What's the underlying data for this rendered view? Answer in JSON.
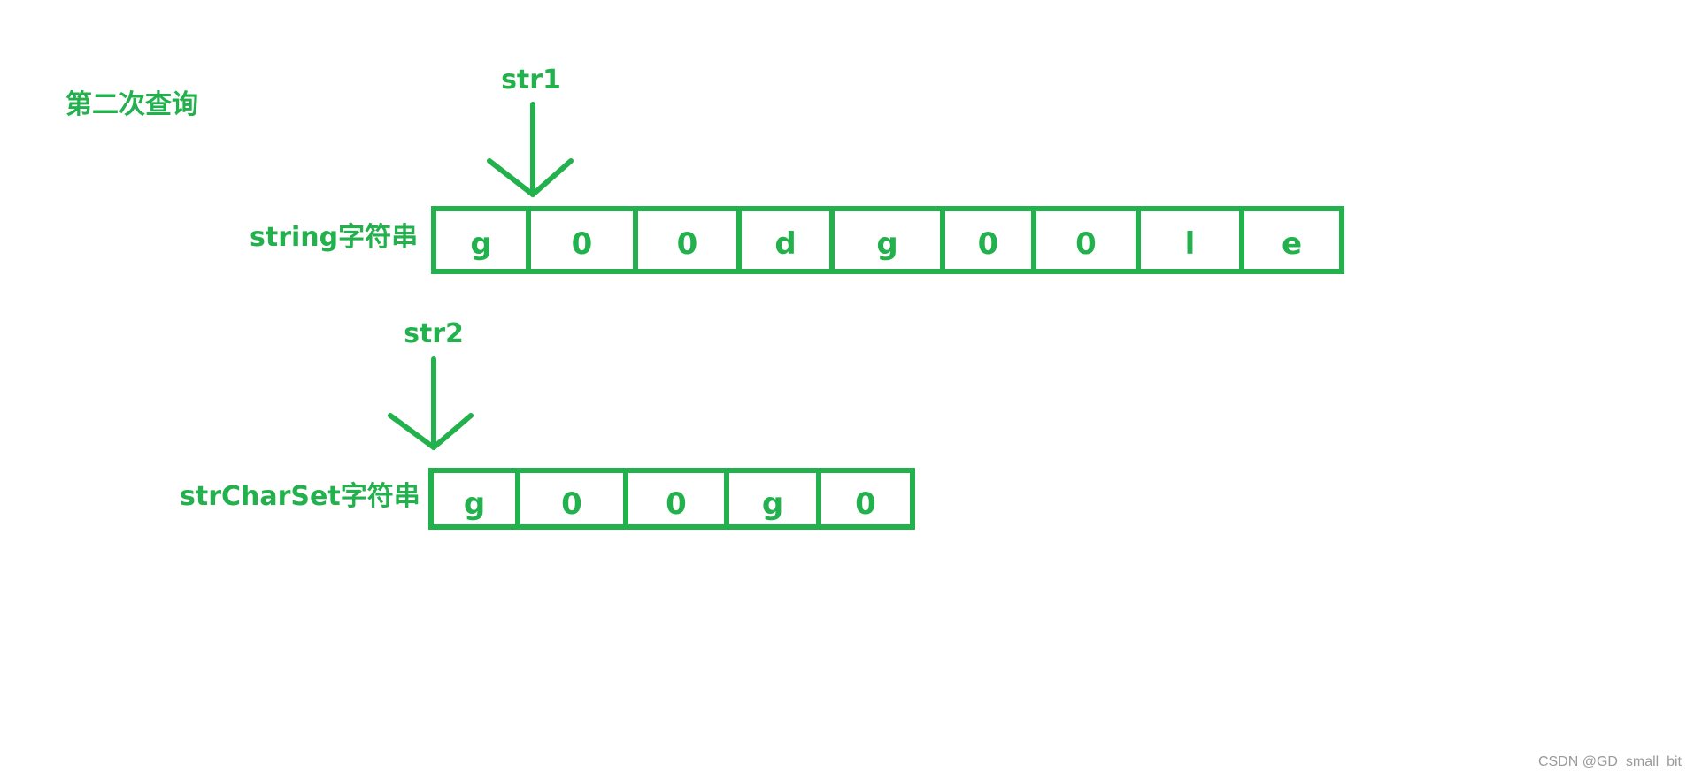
{
  "title": "第二次查询",
  "string_row": {
    "label": "string字符串",
    "pointer_label": "str1",
    "pointer_index": 1,
    "cells": [
      "g",
      "0",
      "0",
      "d",
      "g",
      "0",
      "0",
      "l",
      "e"
    ]
  },
  "charset_row": {
    "label": "strCharSet字符串",
    "pointer_label": "str2",
    "pointer_index": 0,
    "cells": [
      "g",
      "0",
      "0",
      "g",
      "0"
    ]
  },
  "watermark": "CSDN @GD_small_bit",
  "colors": {
    "accent": "#22b14c",
    "watermark": "#9a9a9a",
    "background": "#ffffff"
  }
}
